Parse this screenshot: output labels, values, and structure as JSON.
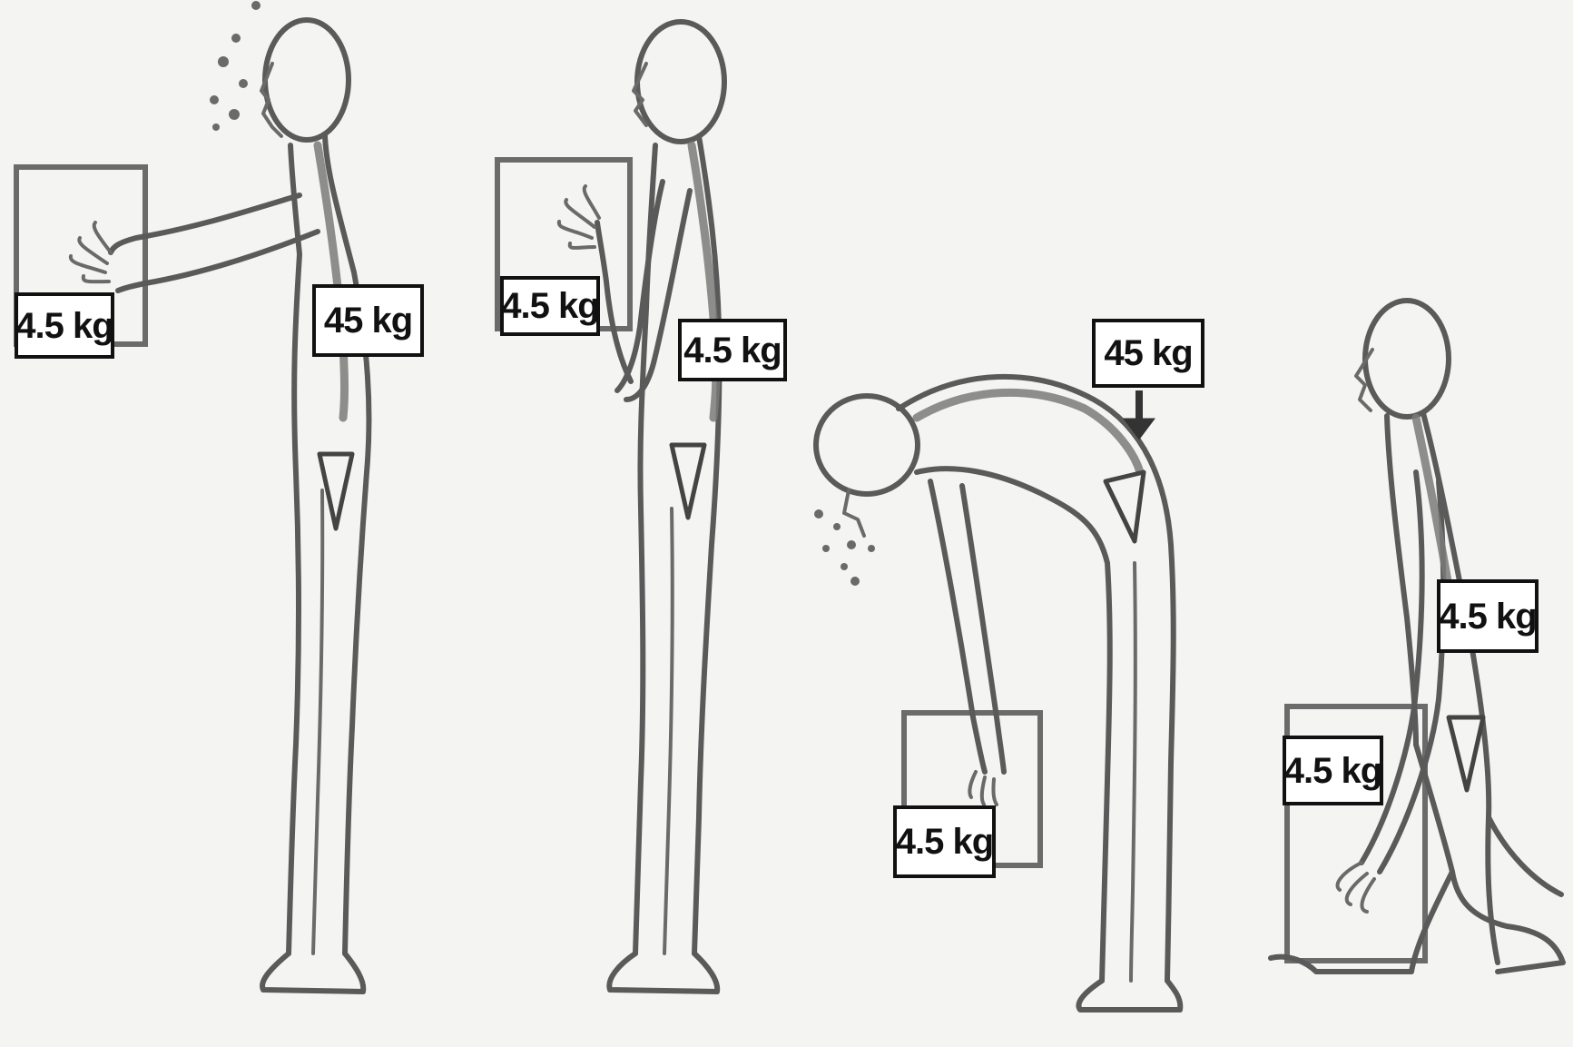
{
  "labels": [
    {
      "id": "lbl-0",
      "text": "4.5 kg"
    },
    {
      "id": "lbl-1",
      "text": "45 kg"
    },
    {
      "id": "lbl-2",
      "text": "4.5 kg"
    },
    {
      "id": "lbl-3",
      "text": "4.5 kg"
    },
    {
      "id": "lbl-4",
      "text": "45 kg"
    },
    {
      "id": "lbl-5",
      "text": "4.5 kg"
    },
    {
      "id": "lbl-6",
      "text": "4.5 kg"
    },
    {
      "id": "lbl-7",
      "text": "4.5 kg"
    }
  ],
  "colors": {
    "background": "#f4f4f2",
    "line": "#5a5a5a",
    "label_border": "#111111",
    "label_fill": "#ffffff"
  }
}
